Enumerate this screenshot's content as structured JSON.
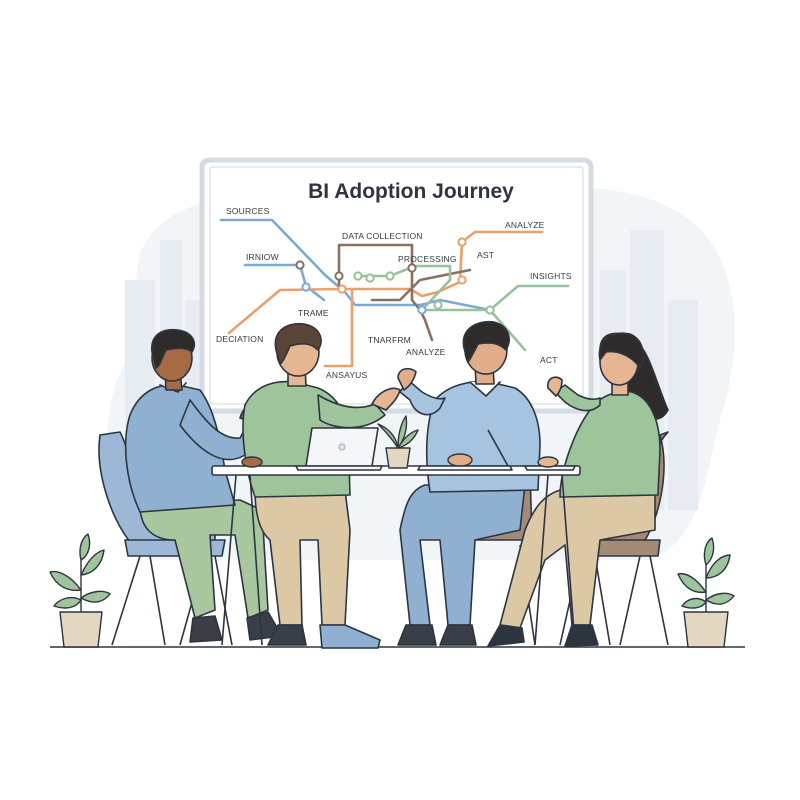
{
  "board": {
    "title": "BI Adoption Journey",
    "labels": {
      "sources": "SOURCES",
      "irniow": "IRNIOW",
      "deciation": "DECIATION",
      "data_collection": "DATA COLLECTION",
      "processing": "PROCESSING",
      "ast": "AST",
      "analyze_top": "ANALYZE",
      "insights": "INSIGHTS",
      "trame": "TRAME",
      "tnarfrm": "TNARFRM",
      "analyze_mid": "ANALYZE",
      "ansayus": "ANSAYUS",
      "act": "ACT"
    }
  },
  "colors": {
    "line_blue": "#7aa9d4",
    "line_orange": "#eba06a",
    "line_green": "#98c19a",
    "line_brown": "#8a7060",
    "shirt_blue": "#8fb0d0",
    "shirt_green": "#9dc49a",
    "pants_green": "#a9c79f",
    "pants_beige": "#dcc8a5",
    "chair_blue": "#9cb8d6",
    "chair_brown": "#a28a76",
    "outline": "#2d3540"
  }
}
